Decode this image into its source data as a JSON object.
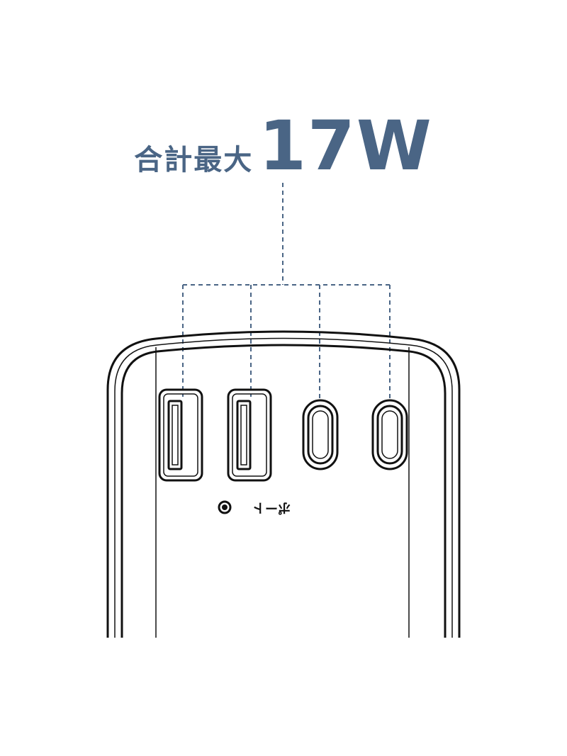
{
  "headline": {
    "label": "合計最大",
    "value": "17W"
  },
  "device": {
    "port_label": "ポート",
    "ports": [
      {
        "type": "usb-a"
      },
      {
        "type": "usb-a"
      },
      {
        "type": "usb-c"
      },
      {
        "type": "usb-c"
      }
    ]
  },
  "colors": {
    "accent": "#4a6585",
    "outline": "#111111",
    "background": "#ffffff"
  }
}
